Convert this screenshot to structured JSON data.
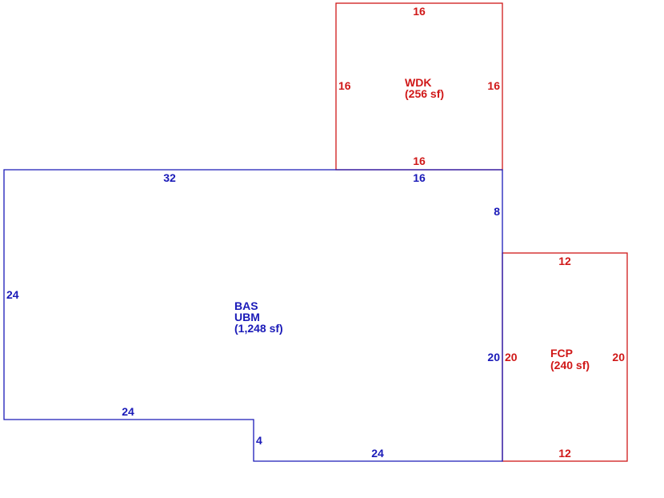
{
  "colors": {
    "main_area": "#1a1ab8",
    "addition": "#d01818"
  },
  "areas": {
    "bas": {
      "code": "BAS",
      "sub_code": "UBM",
      "area_text": "(1,248 sf)",
      "dimensions": {
        "top_left": "32",
        "top_right": "16",
        "right_upper": "8",
        "right_lower": "20",
        "left": "24",
        "bottom_left": "24",
        "step": "4",
        "bottom_right": "24"
      }
    },
    "wdk": {
      "code": "WDK",
      "area_text": "(256 sf)",
      "dimensions": {
        "top": "16",
        "left": "16",
        "right": "16",
        "bottom": "16"
      }
    },
    "fcp": {
      "code": "FCP",
      "area_text": "(240 sf)",
      "dimensions": {
        "top": "12",
        "left": "20",
        "right": "20",
        "bottom": "12"
      }
    }
  }
}
